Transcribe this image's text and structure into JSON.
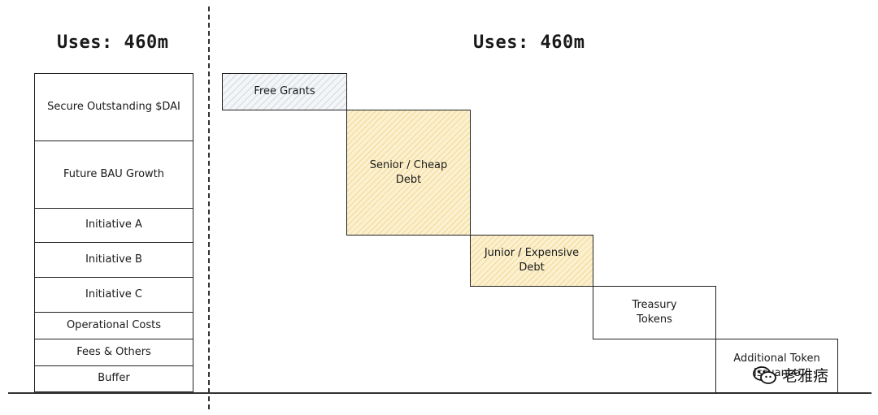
{
  "titles": {
    "left": "Uses: 460m",
    "right": "Uses: 460m"
  },
  "uses": [
    {
      "label": "Secure Outstanding $DAI"
    },
    {
      "label": "Future BAU Growth"
    },
    {
      "label": "Initiative A"
    },
    {
      "label": "Initiative B"
    },
    {
      "label": "Initiative C"
    },
    {
      "label": "Operational Costs"
    },
    {
      "label": "Fees & Others"
    },
    {
      "label": "Buffer"
    }
  ],
  "sources": [
    {
      "label": "Free Grants",
      "fill": "#e8edf1"
    },
    {
      "label": "Senior / Cheap\nDebt",
      "fill": "#f5d98c"
    },
    {
      "label": "Junior / Expensive\nDebt",
      "fill": "#f5d98c"
    },
    {
      "label": "Treasury\nTokens",
      "fill": "#ffffff"
    },
    {
      "label": "Additional Token\nIssuance",
      "fill": "#ffffff"
    }
  ],
  "watermark": {
    "text": "老雅痞",
    "icon": "wechat-icon"
  }
}
